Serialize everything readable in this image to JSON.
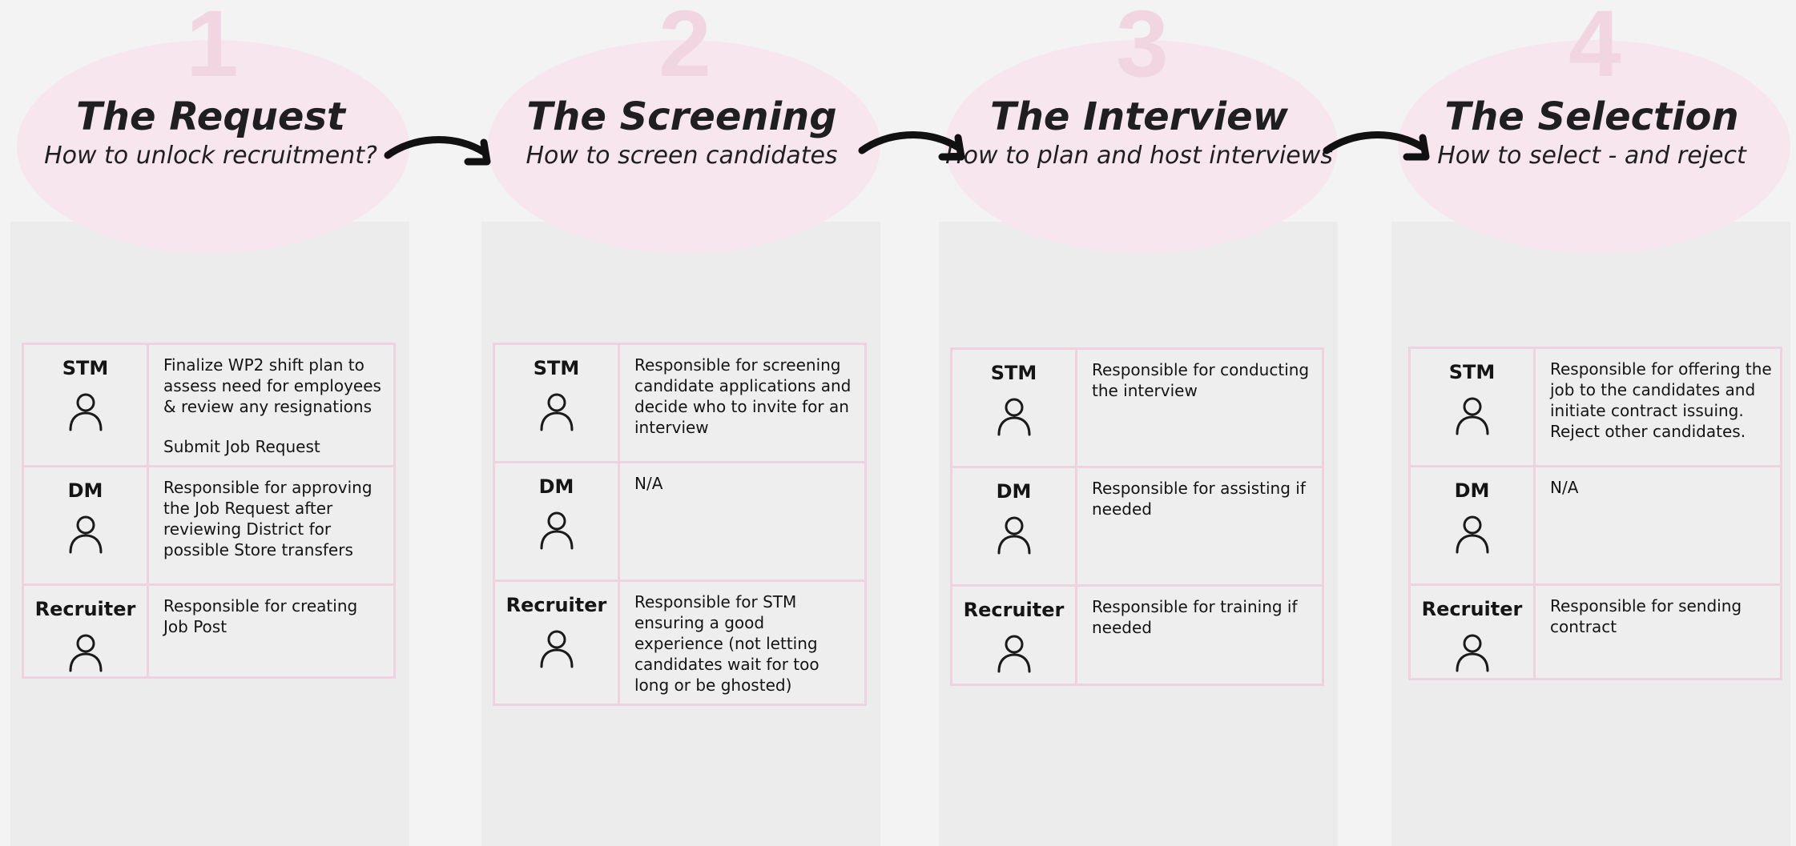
{
  "colors": {
    "background": "#f3f3f3",
    "panel": "#ececec",
    "ellipse": "#f7e6ee",
    "step_number": "#f1d6e2",
    "table_border": "#efd2df",
    "text": "#1d1d1f"
  },
  "icons": {
    "role": "person-icon",
    "connector": "curved-arrow-icon"
  },
  "steps": [
    {
      "number": "1",
      "title": "The Request",
      "subtitle": "How to unlock recruitment?",
      "roles": [
        {
          "role": "STM",
          "description": [
            "Finalize WP2 shift plan to assess need for employees & review any resignations",
            "Submit Job Request"
          ]
        },
        {
          "role": "DM",
          "description": [
            "Responsible for approving the Job Request after reviewing District for possible Store transfers"
          ]
        },
        {
          "role": "Recruiter",
          "description": [
            "Responsible for creating Job Post"
          ]
        }
      ]
    },
    {
      "number": "2",
      "title": "The Screening",
      "subtitle": "How to screen candidates",
      "roles": [
        {
          "role": "STM",
          "description": [
            "Responsible for screening candidate applications and decide who to invite for an interview"
          ]
        },
        {
          "role": "DM",
          "description": [
            "N/A"
          ]
        },
        {
          "role": "Recruiter",
          "description": [
            "Responsible for STM ensuring a good experience (not letting candidates wait for too long or be ghosted)"
          ]
        }
      ]
    },
    {
      "number": "3",
      "title": "The Interview",
      "subtitle": "How to plan and host interviews",
      "roles": [
        {
          "role": "STM",
          "description": [
            "Responsible for conducting the interview"
          ]
        },
        {
          "role": "DM",
          "description": [
            "Responsible for assisting if needed"
          ]
        },
        {
          "role": "Recruiter",
          "description": [
            "Responsible for training if needed"
          ]
        }
      ]
    },
    {
      "number": "4",
      "title": "The Selection",
      "subtitle": "How to select - and reject",
      "roles": [
        {
          "role": "STM",
          "description": [
            "Responsible for offering the job to the candidates and initiate contract issuing. Reject other candidates."
          ]
        },
        {
          "role": "DM",
          "description": [
            "N/A"
          ]
        },
        {
          "role": "Recruiter",
          "description": [
            "Responsible for sending contract"
          ]
        }
      ]
    }
  ]
}
